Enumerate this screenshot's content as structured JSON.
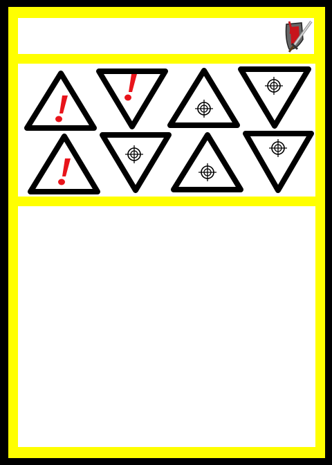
{
  "card": {
    "colors": {
      "frame": "#ffff00",
      "border": "#000000",
      "panel": "#ffffff",
      "alert": "#e8141b"
    },
    "title_icon": "crossed-sword-shield-icon",
    "symbols": [
      {
        "shape": "up",
        "icon": "exclamation-icon"
      },
      {
        "shape": "down",
        "icon": "exclamation-icon"
      },
      {
        "shape": "up",
        "icon": "crosshair-icon"
      },
      {
        "shape": "down",
        "icon": "crosshair-icon"
      },
      {
        "shape": "up",
        "icon": "exclamation-icon"
      },
      {
        "shape": "down",
        "icon": "crosshair-icon"
      },
      {
        "shape": "up",
        "icon": "crosshair-icon"
      },
      {
        "shape": "down",
        "icon": "crosshair-icon"
      }
    ]
  }
}
